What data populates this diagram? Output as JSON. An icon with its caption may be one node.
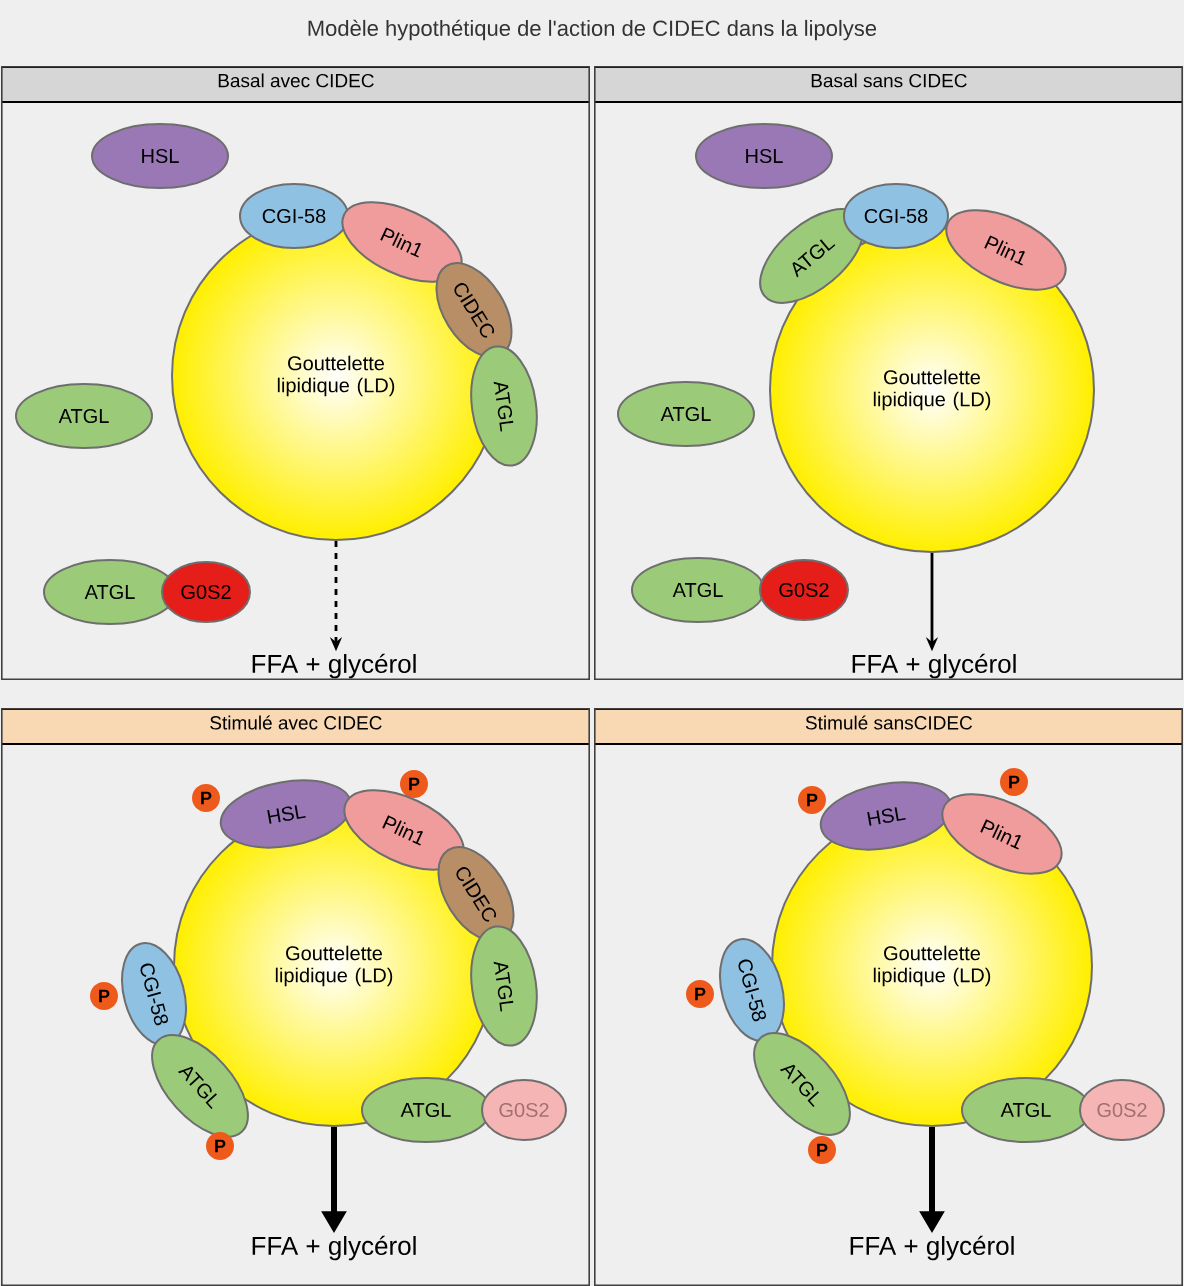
{
  "diagram": {
    "title": "Modèle hypothétique de l'action de CIDEC dans la lipolyse",
    "nodes": [
      {
        "text": [
          "Basal avec CIDEC"
        ]
      },
      {
        "text": [
          "Gouttelette lipidique (LD)"
        ],
        "in": 0
      },
      {
        "text": [
          "HSL"
        ],
        "in": 0
      },
      {
        "text": [
          "CGI-58"
        ],
        "in": 0
      },
      {
        "text": [
          "Plin1"
        ],
        "in": 0
      },
      {
        "text": [
          "CIDEC"
        ],
        "in": 0
      },
      {
        "text": [
          "ATGL"
        ],
        "in": 0
      },
      {
        "text": [
          "ATGL"
        ],
        "in": 0
      },
      {
        "text": [
          "ATGL"
        ],
        "in": 0
      },
      {
        "text": [
          "G0S2"
        ],
        "in": 0
      },
      {
        "text": [
          "FFA + glycérol"
        ],
        "in": 0
      },
      {
        "text": [
          "Basal sans CIDEC"
        ]
      },
      {
        "text": [
          "Gouttelette lipidique (LD)"
        ],
        "in": 11
      },
      {
        "text": [
          "HSL"
        ],
        "in": 11
      },
      {
        "text": [
          "ATGL"
        ],
        "in": 11
      },
      {
        "text": [
          "CGI-58"
        ],
        "in": 11
      },
      {
        "text": [
          "Plin1"
        ],
        "in": 11
      },
      {
        "text": [
          "ATGL"
        ],
        "in": 11
      },
      {
        "text": [
          "ATGL"
        ],
        "in": 11
      },
      {
        "text": [
          "G0S2"
        ],
        "in": 11
      },
      {
        "text": [
          "FFA + glycérol"
        ],
        "in": 11
      },
      {
        "text": [
          "Stimulé avec CIDEC"
        ]
      },
      {
        "text": [
          "Gouttelette lipidique (LD)"
        ],
        "in": 21
      },
      {
        "text": [
          "P"
        ],
        "in": 21
      },
      {
        "text": [
          "HSL"
        ],
        "in": 21
      },
      {
        "text": [
          "P"
        ],
        "in": 21
      },
      {
        "text": [
          "Plin1"
        ],
        "in": 21
      },
      {
        "text": [
          "CIDEC"
        ],
        "in": 21
      },
      {
        "text": [
          "ATGL"
        ],
        "in": 21
      },
      {
        "text": [
          "P"
        ],
        "in": 21
      },
      {
        "text": [
          "CGI-58"
        ],
        "in": 21
      },
      {
        "text": [
          "ATGL"
        ],
        "in": 21
      },
      {
        "text": [
          "P"
        ],
        "in": 21
      },
      {
        "text": [
          "ATGL"
        ],
        "in": 21
      },
      {
        "text": [
          "G0S2"
        ],
        "in": 21
      },
      {
        "text": [
          "FFA + glycérol"
        ],
        "in": 21
      },
      {
        "text": [
          "Stimulé sansCIDEC"
        ]
      },
      {
        "text": [
          "Gouttelette lipidique (LD)"
        ],
        "in": 36
      },
      {
        "text": [
          "P"
        ],
        "in": 36
      },
      {
        "text": [
          "HSL"
        ],
        "in": 36
      },
      {
        "text": [
          "P"
        ],
        "in": 36
      },
      {
        "text": [
          "Plin1"
        ],
        "in": 36
      },
      {
        "text": [
          "P"
        ],
        "in": 36
      },
      {
        "text": [
          "CGI-58"
        ],
        "in": 36
      },
      {
        "text": [
          "ATGL"
        ],
        "in": 36
      },
      {
        "text": [
          "P"
        ],
        "in": 36
      },
      {
        "text": [
          "ATGL"
        ],
        "in": 36
      },
      {
        "text": [
          "G0S2"
        ],
        "in": 36
      },
      {
        "text": [
          "FFA + glycérol"
        ],
        "in": 36
      }
    ],
    "edges": [
      {
        "from": 1,
        "to": 10,
        "arrow": "to",
        "style": "dashed"
      },
      {
        "from": 12,
        "to": 20,
        "arrow": "to"
      },
      {
        "from": 22,
        "to": 35,
        "arrow": "to",
        "style": "thick"
      },
      {
        "from": 37,
        "to": 48,
        "arrow": "to",
        "style": "thick"
      }
    ]
  }
}
